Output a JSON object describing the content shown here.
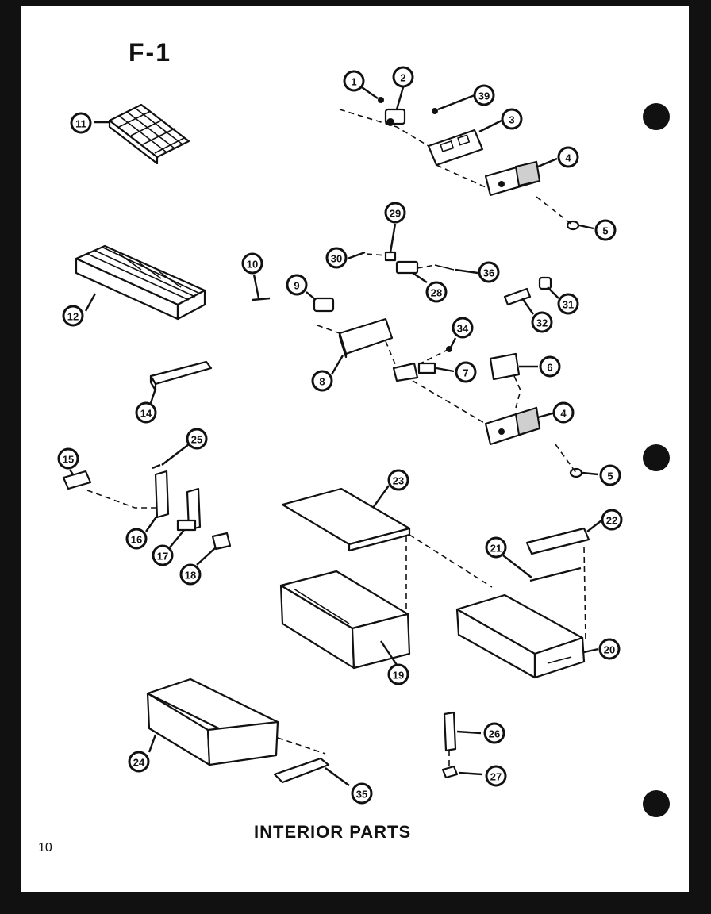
{
  "sheet": {
    "id": "F-1",
    "title": "INTERIOR PARTS",
    "page_number": "10"
  },
  "callouts": [
    {
      "num": "1"
    },
    {
      "num": "2"
    },
    {
      "num": "39"
    },
    {
      "num": "3"
    },
    {
      "num": "4"
    },
    {
      "num": "5"
    },
    {
      "num": "11"
    },
    {
      "num": "29"
    },
    {
      "num": "30"
    },
    {
      "num": "36"
    },
    {
      "num": "28"
    },
    {
      "num": "10"
    },
    {
      "num": "9"
    },
    {
      "num": "31"
    },
    {
      "num": "32"
    },
    {
      "num": "12"
    },
    {
      "num": "34"
    },
    {
      "num": "8"
    },
    {
      "num": "7"
    },
    {
      "num": "6"
    },
    {
      "num": "4"
    },
    {
      "num": "14"
    },
    {
      "num": "25"
    },
    {
      "num": "15"
    },
    {
      "num": "5"
    },
    {
      "num": "23"
    },
    {
      "num": "22"
    },
    {
      "num": "21"
    },
    {
      "num": "16"
    },
    {
      "num": "17"
    },
    {
      "num": "18"
    },
    {
      "num": "19"
    },
    {
      "num": "20"
    },
    {
      "num": "26"
    },
    {
      "num": "24"
    },
    {
      "num": "27"
    },
    {
      "num": "35"
    }
  ]
}
